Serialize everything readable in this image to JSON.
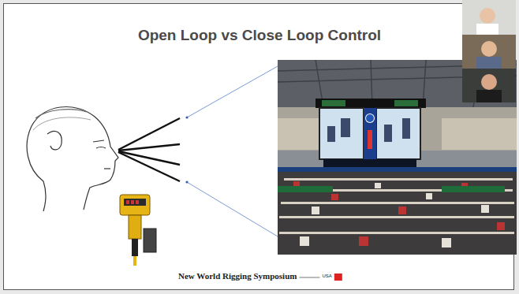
{
  "diagram": {
    "title": "Open Loop vs Close Loop Control",
    "labels": [
      "New World Rigging Symposium",
      "USA"
    ]
  }
}
